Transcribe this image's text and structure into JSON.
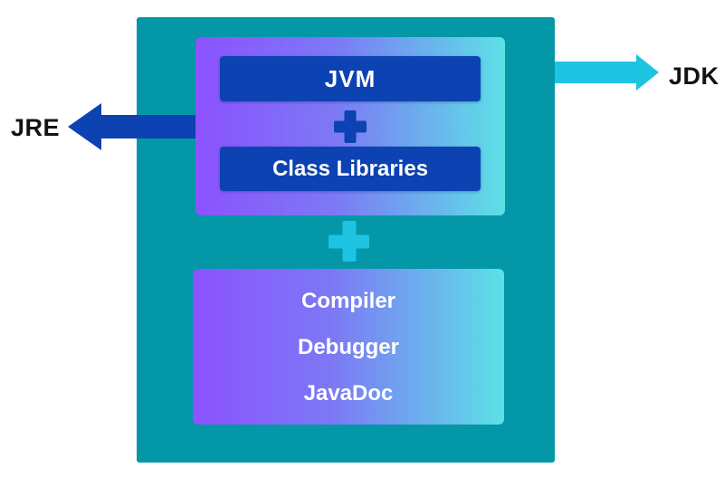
{
  "colors": {
    "background": "#FFFFFF",
    "jdk_box_teal": "#0397A8",
    "gradient_purple": "#8C52FF",
    "gradient_turquoise": "#5CE1E6",
    "dark_blue": "#0D42B2",
    "cyan_accent": "#1FC3E2",
    "box_text_white": "#FFFFFF",
    "label_text_black": "#121212"
  },
  "jre_group": {
    "jvm_label": "JVM",
    "plus_icon": "plus-icon",
    "class_libraries_label": "Class Libraries"
  },
  "tools_group": {
    "plus_icon": "plus-icon",
    "items": [
      "Compiler",
      "Debugger",
      "JavaDoc"
    ]
  },
  "external_labels": {
    "jre": "JRE",
    "jdk": "JDK"
  },
  "icons": {
    "jre_arrow": "arrow-left-icon",
    "jdk_arrow": "arrow-right-icon",
    "plus_dark": "plus-icon",
    "plus_cyan": "plus-icon"
  }
}
